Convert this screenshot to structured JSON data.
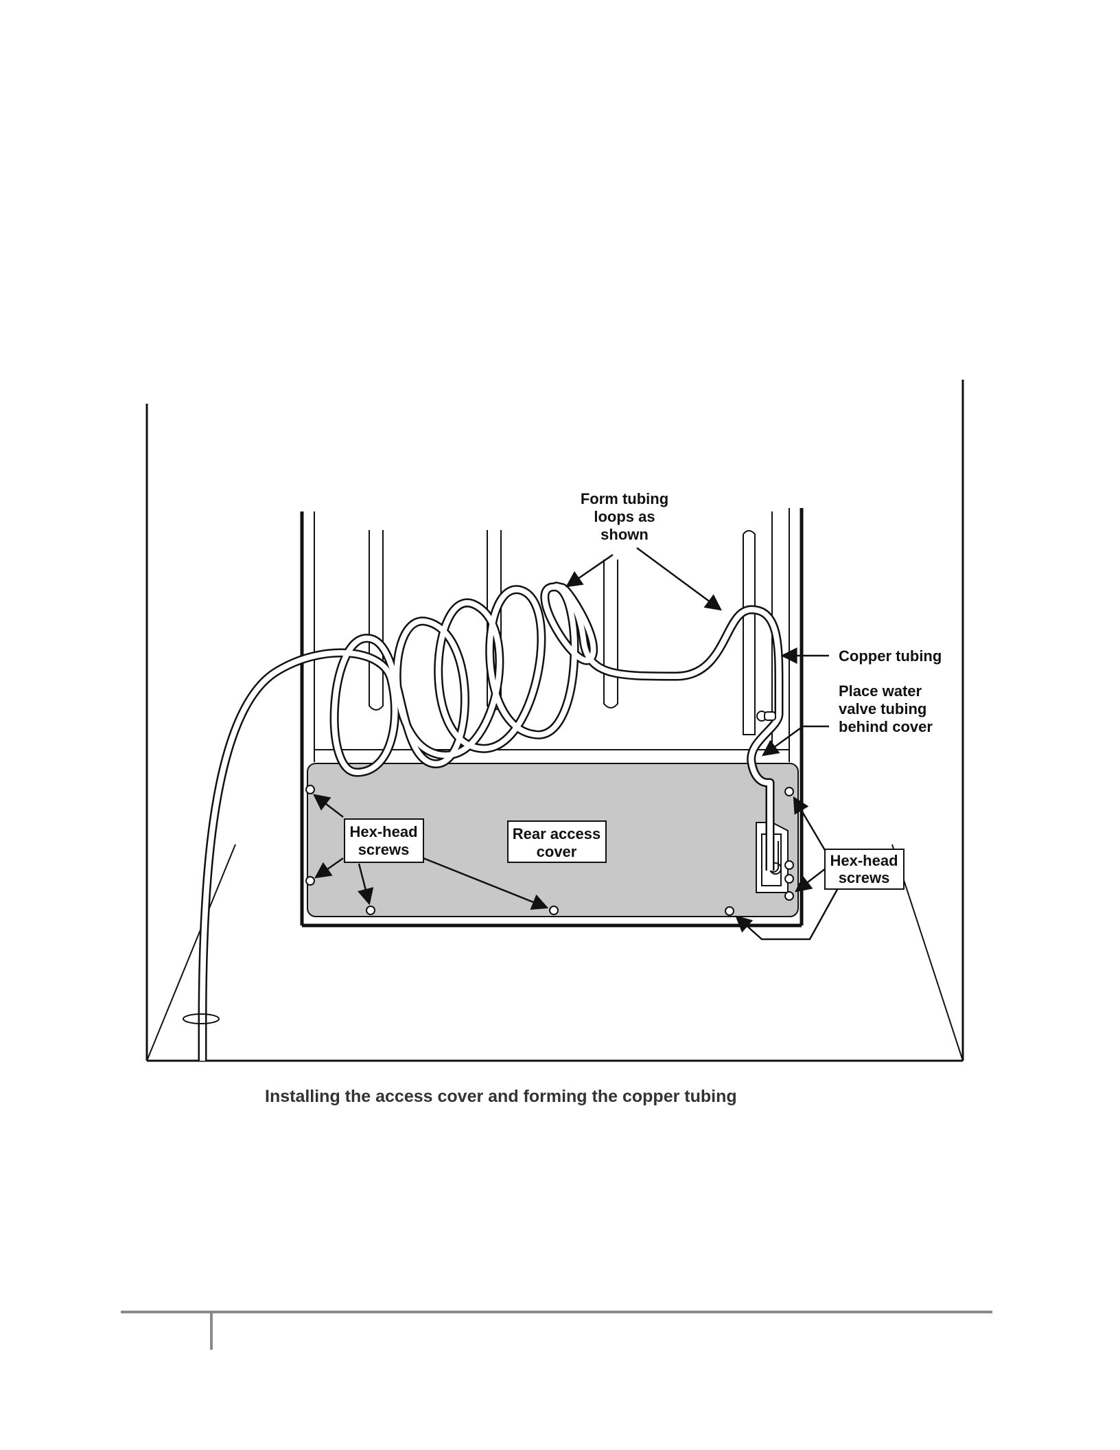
{
  "labels": {
    "form_tubing": [
      "Form tubing",
      "loops as",
      "shown"
    ],
    "copper_tubing": "Copper tubing",
    "place_water": [
      "Place water",
      "valve tubing",
      "behind cover"
    ],
    "hex_head_left": [
      "Hex-head",
      "screws"
    ],
    "rear_access_cover": [
      "Rear access",
      "cover"
    ],
    "hex_head_right": [
      "Hex-head",
      "screws"
    ]
  },
  "caption": "Installing the access cover and forming the copper tubing",
  "colors": {
    "line": "#111111",
    "cover_fill": "#c8c8c8",
    "rule": "#8a8a8a",
    "caption": "#333333"
  }
}
